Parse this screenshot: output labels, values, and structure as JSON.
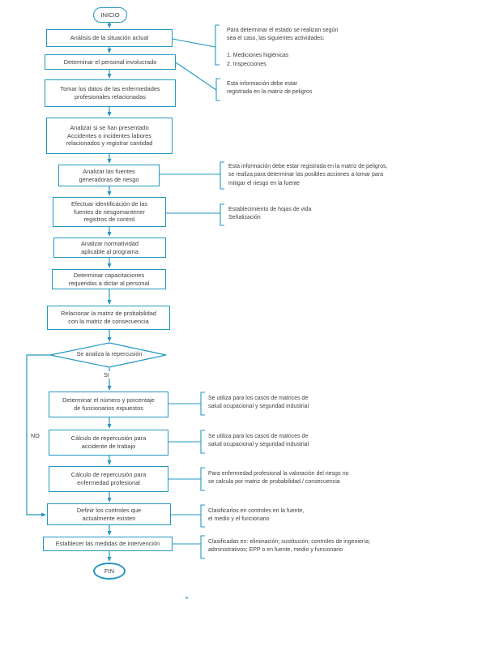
{
  "colors": {
    "accent_line": "#2397c1",
    "text": "#414042",
    "background": "#ffffff"
  },
  "flow": {
    "start_label": "INICIO",
    "end_label": "FIN",
    "decision_label": "Se analiza la repercusión",
    "decision_yes": "SI",
    "decision_no": "NO",
    "steps": [
      {
        "label": "Análisis de la situación actual"
      },
      {
        "label": "Determinar el personal involucrado"
      },
      {
        "label": "Tomar los datos de las enfermedades\nprofesionales relacionadas"
      },
      {
        "label": "Analizar si se han presentado\nAccidentes o incidentes labores\nrelacionados y registrar cantidad"
      },
      {
        "label": "Analizar las fuentes\ngeneradoras de riesgo"
      },
      {
        "label": "Efectuar identificación de las\nfuentes de riesgomantener\nregistros de control"
      },
      {
        "label": "Analizar normatividad\naplicable al programa"
      },
      {
        "label": "Determinar capacitaciones\nrequeridas a dictar al personal"
      },
      {
        "label": "Relacionar la matriz de probabilidad\ncon la matriz de consecuencia"
      },
      {
        "label": "Determinar el número y porcentaje\nde funcionarios expuestos"
      },
      {
        "label": "Cálculo de repercusión para\naccidente de trabajo"
      },
      {
        "label": "Cálculo de repercusión para\nenfermedad profesional"
      },
      {
        "label": "Definir los controles que\nactualmente existen"
      },
      {
        "label": "Establecer las medidas de intervención"
      }
    ]
  },
  "annotations": [
    {
      "text": "Para determinar el estado se realizan según\nsea el caso, las siguientes actividades:\n\n1. Mediciones higiénicas\n2. Inspecciones"
    },
    {
      "text": "Esta información debe estar\nregistrada en la matriz de peligros"
    },
    {
      "text": "Esta información debe estar registrada en la matriz de peligros,\nse realiza para determinar las posibles acciones a tomar para\nmitigar el riesgo en la fuente"
    },
    {
      "text": "Establecimiento de hojas de vida\nSeñalización"
    },
    {
      "text": "Se utiliza para los casos de matrices de\nsalud ocupacional y seguridad industrial"
    },
    {
      "text": "Se utiliza para los casos de matrices de\nsalud ocupacional y seguridad industrial"
    },
    {
      "text": "Para enfermedad profesional la valoración del riesgo no\nse calcula por matriz de probabilidad / consecuencia"
    },
    {
      "text": "Clasificarlos en controles en la fuente,\nel medio y el funcionario"
    },
    {
      "text": "Clasificadas en: eliminación; sustitución; controles de ingeniería;\nadministrativos; EPP o en fuente, medio y funcionario"
    }
  ]
}
